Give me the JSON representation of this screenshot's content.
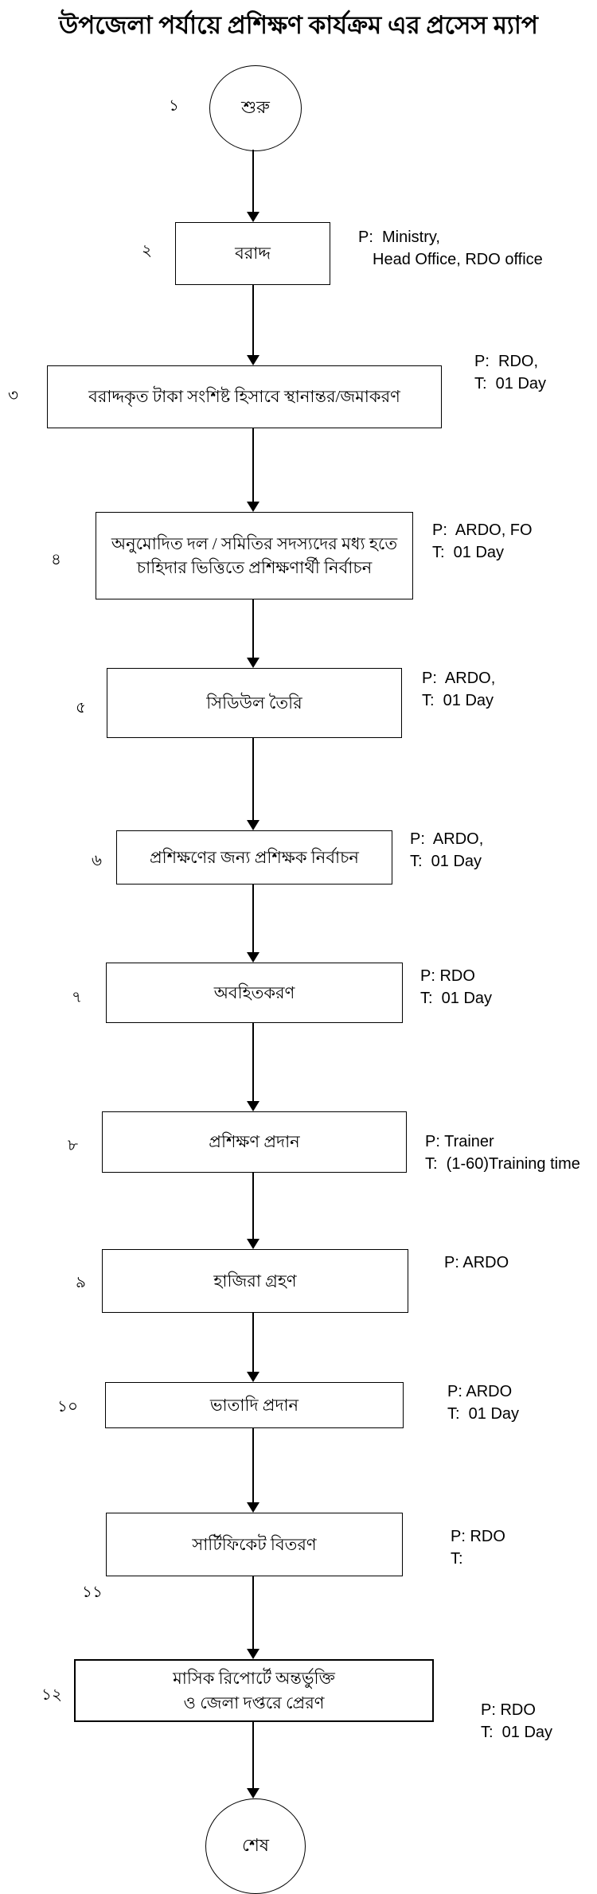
{
  "title": "উপজেলা পর্যায়ে প্রশিক্ষণ কার্যক্রম এর প্রসেস ম্যাপ",
  "terminals": {
    "start": {
      "number": "১",
      "label": "শুরু"
    },
    "end": {
      "label": "শেষ"
    }
  },
  "steps": [
    {
      "number": "২",
      "lines": [
        "বরাদ্দ"
      ],
      "annotation": [
        "P:  Ministry,",
        "Head Office, RDO office"
      ]
    },
    {
      "number": "৩",
      "lines": [
        "বরাদ্দকৃত টাকা সংশিষ্ট হিসাবে স্থানান্তর/জমাকরণ"
      ],
      "annotation": [
        "P:  RDO,",
        "T:  01 Day"
      ]
    },
    {
      "number": "৪",
      "lines": [
        "অনুমোদিত দল / সমিতির সদস্যদের মধ্য হতে",
        "চাহিদার ভিত্তিতে প্রশিক্ষণার্থী নির্বাচন"
      ],
      "annotation": [
        "P:  ARDO, FO",
        "T:  01 Day"
      ]
    },
    {
      "number": "৫",
      "lines": [
        "সিডিউল তৈরি"
      ],
      "annotation": [
        "P:  ARDO,",
        "T:  01 Day"
      ]
    },
    {
      "number": "৬",
      "lines": [
        "প্রশিক্ষণের জন্য প্রশিক্ষক নির্বাচন"
      ],
      "annotation": [
        "P:  ARDO,",
        "T:  01 Day"
      ]
    },
    {
      "number": "৭",
      "lines": [
        "অবহিতকরণ"
      ],
      "annotation": [
        "P: RDO",
        "T:  01 Day"
      ]
    },
    {
      "number": "৮",
      "lines": [
        "প্রশিক্ষণ প্রদান"
      ],
      "annotation": [
        "P: Trainer",
        "T:  (1-60)Training time"
      ]
    },
    {
      "number": "৯",
      "lines": [
        "হাজিরা গ্রহণ"
      ],
      "annotation": [
        "P: ARDO"
      ]
    },
    {
      "number": "১০",
      "lines": [
        "ভাতাদি প্রদান"
      ],
      "annotation": [
        "P: ARDO",
        "T:  01 Day"
      ]
    },
    {
      "number": "১১",
      "lines": [
        "সার্টিফিকেট বিতরণ"
      ],
      "annotation": [
        "P: RDO",
        "T:"
      ]
    },
    {
      "number": "১২",
      "lines": [
        "মাসিক রিপোর্টে অন্তর্ভুক্তি",
        "ও জেলা দপ্তরে প্রেরণ"
      ],
      "annotation": [
        "P: RDO",
        "T:  01 Day"
      ]
    }
  ],
  "colors": {
    "stroke": "#000000",
    "background": "#ffffff",
    "text": "#000000"
  }
}
